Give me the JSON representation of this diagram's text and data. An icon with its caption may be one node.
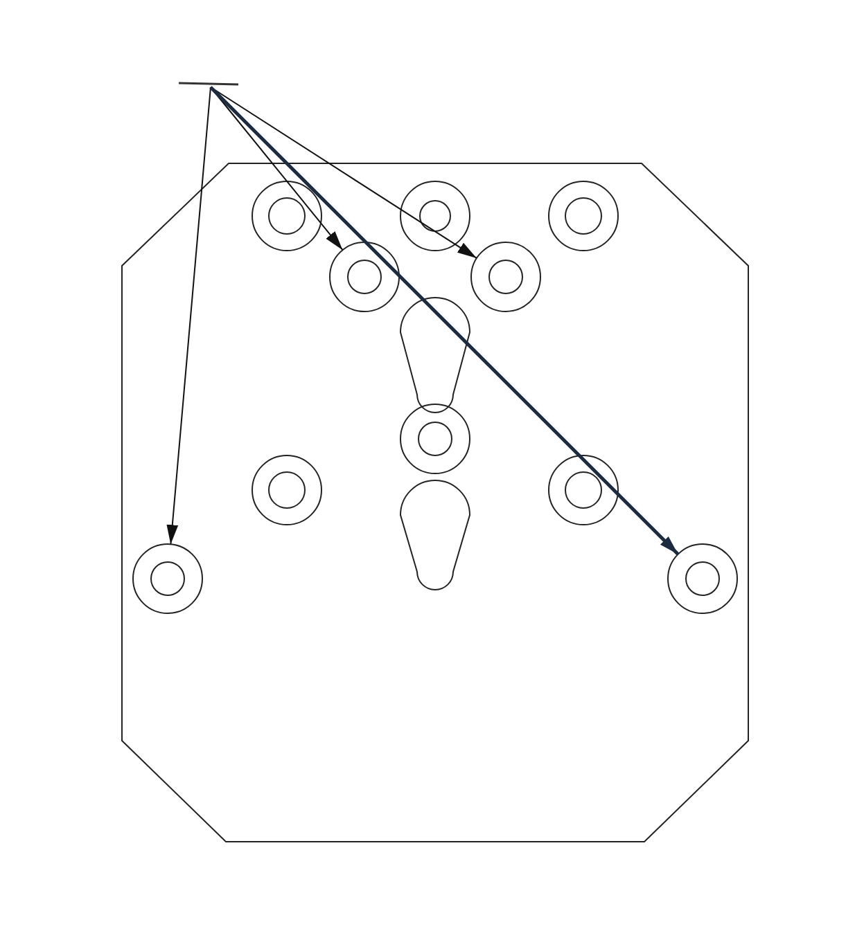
{
  "diagram": {
    "nodes": [
      {
        "text": [],
        "shape": "bar"
      },
      {
        "text": [],
        "shape": "circle"
      },
      {
        "text": [],
        "shape": "circle"
      },
      {
        "text": [],
        "shape": "circle"
      },
      {
        "text": [],
        "shape": "circle"
      },
      {
        "text": [],
        "shape": "circle"
      },
      {
        "text": [],
        "shape": "circle"
      },
      {
        "text": [],
        "shape": "circle"
      },
      {
        "text": [],
        "shape": "circle"
      },
      {
        "text": [],
        "shape": "circle"
      },
      {
        "text": [],
        "shape": "circle"
      }
    ],
    "edges": [
      {
        "from": 0,
        "to": 9,
        "arrow": "to"
      },
      {
        "from": 0,
        "to": 4,
        "arrow": "to"
      },
      {
        "from": 0,
        "to": 5,
        "arrow": "to"
      },
      {
        "from": 0,
        "to": 10,
        "arrow": "to",
        "style": "thick",
        "color": "#1c2b3f"
      }
    ]
  }
}
